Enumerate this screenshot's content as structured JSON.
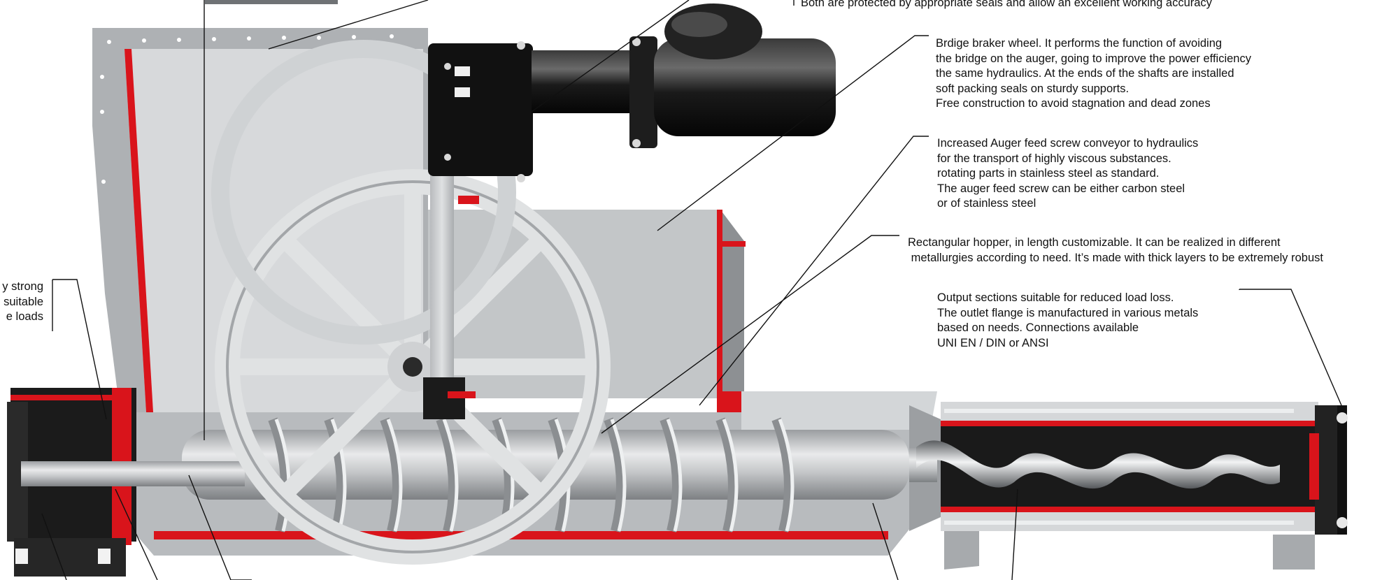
{
  "diagram": {
    "callouts": {
      "seals": {
        "lines": [
          "Both are protected by appropriate seals and allow an excellent working accuracy"
        ]
      },
      "bridge_breaker": {
        "lines": [
          "Brdige braker wheel.  It performs the function of avoiding",
          "the bridge on the auger, going to improve the power efficiency",
          "the same hydraulics. At the ends of the shafts are installed",
          "soft packing seals on sturdy supports.",
          "Free construction to avoid stagnation and dead zones"
        ]
      },
      "auger": {
        "lines": [
          "Increased Auger feed screw conveyor to hydraulics",
          "for the transport of highly viscous substances.",
          "rotating parts in stainless steel as standard.",
          "The auger feed screw can be either carbon steel",
          "or of stainless steel"
        ]
      },
      "hopper": {
        "lines": [
          "Rectangular hopper, in length customizable. It can be realized in different",
          " metallurgies according to need. It’s made with thick layers to be extremely robust"
        ]
      },
      "output": {
        "lines": [
          "Output sections suitable for reduced load loss.",
          "The outlet flange is manufactured in various metals",
          "based on needs. Connections available",
          "UNI EN / DIN or ANSI"
        ]
      },
      "support": {
        "lines": [
          "y strong",
          "suitable",
          "e loads"
        ]
      }
    },
    "colors": {
      "steel_light": "#dcdee0",
      "steel_mid": "#b9bcbf",
      "steel_dark": "#8a8d90",
      "cut_red": "#d9141b",
      "motor_black": "#151515",
      "leader_line": "#111111"
    }
  }
}
